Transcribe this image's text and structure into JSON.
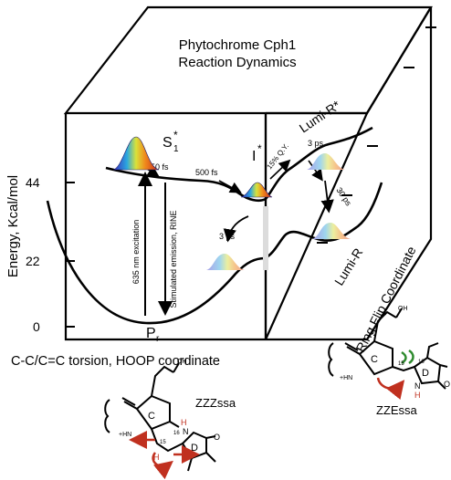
{
  "title": {
    "line1": "Phytochrome Cph1",
    "line2": "Reaction Dynamics"
  },
  "axes": {
    "y_label": "Energy, Kcal/mol",
    "y_ticks": [
      "44",
      "22",
      "0"
    ],
    "x_label": "C-C/C=C torsion, HOOP coordinate",
    "z_label": "Ring Flip Coordinate"
  },
  "states": {
    "s1": "S",
    "s1_sub": "1",
    "s1_sup": "*",
    "i": "I",
    "i_sup": "*",
    "pr": "P",
    "pr_sub": "r",
    "lumi_r_star": "Lumi-R*",
    "lumi_r": "Lumi-R"
  },
  "processes": {
    "excitation": "635 nm excitation",
    "stimulated_emission": "Stimulated emission, RINE",
    "t_150fs": "150 fs",
    "t_500fs": "500 fs",
    "qy": "15% Q.Y.",
    "t_3ps_top": "3 ps",
    "t_30ps": "30 ps",
    "t_3ps_left": "3 ps"
  },
  "structures": {
    "zzz": {
      "label": "ZZZssa",
      "ring_c": "C",
      "ring_d": "D",
      "n_plus": "+HN",
      "nh": "N",
      "h": "H",
      "oh": "OH",
      "o": "O",
      "n15": "15",
      "n16": "16"
    },
    "zze": {
      "label": "ZZEssa",
      "ring_c": "C",
      "ring_d": "D",
      "n_plus": "+HN",
      "nh": "N",
      "h": "H",
      "oh": "OH",
      "o": "O",
      "n15": "15",
      "n16": "16"
    }
  },
  "colors": {
    "line": "#000000",
    "arrow_red": "#c0301f",
    "steric_green": "#2e8b2e",
    "nh_red": "#c0301f"
  }
}
